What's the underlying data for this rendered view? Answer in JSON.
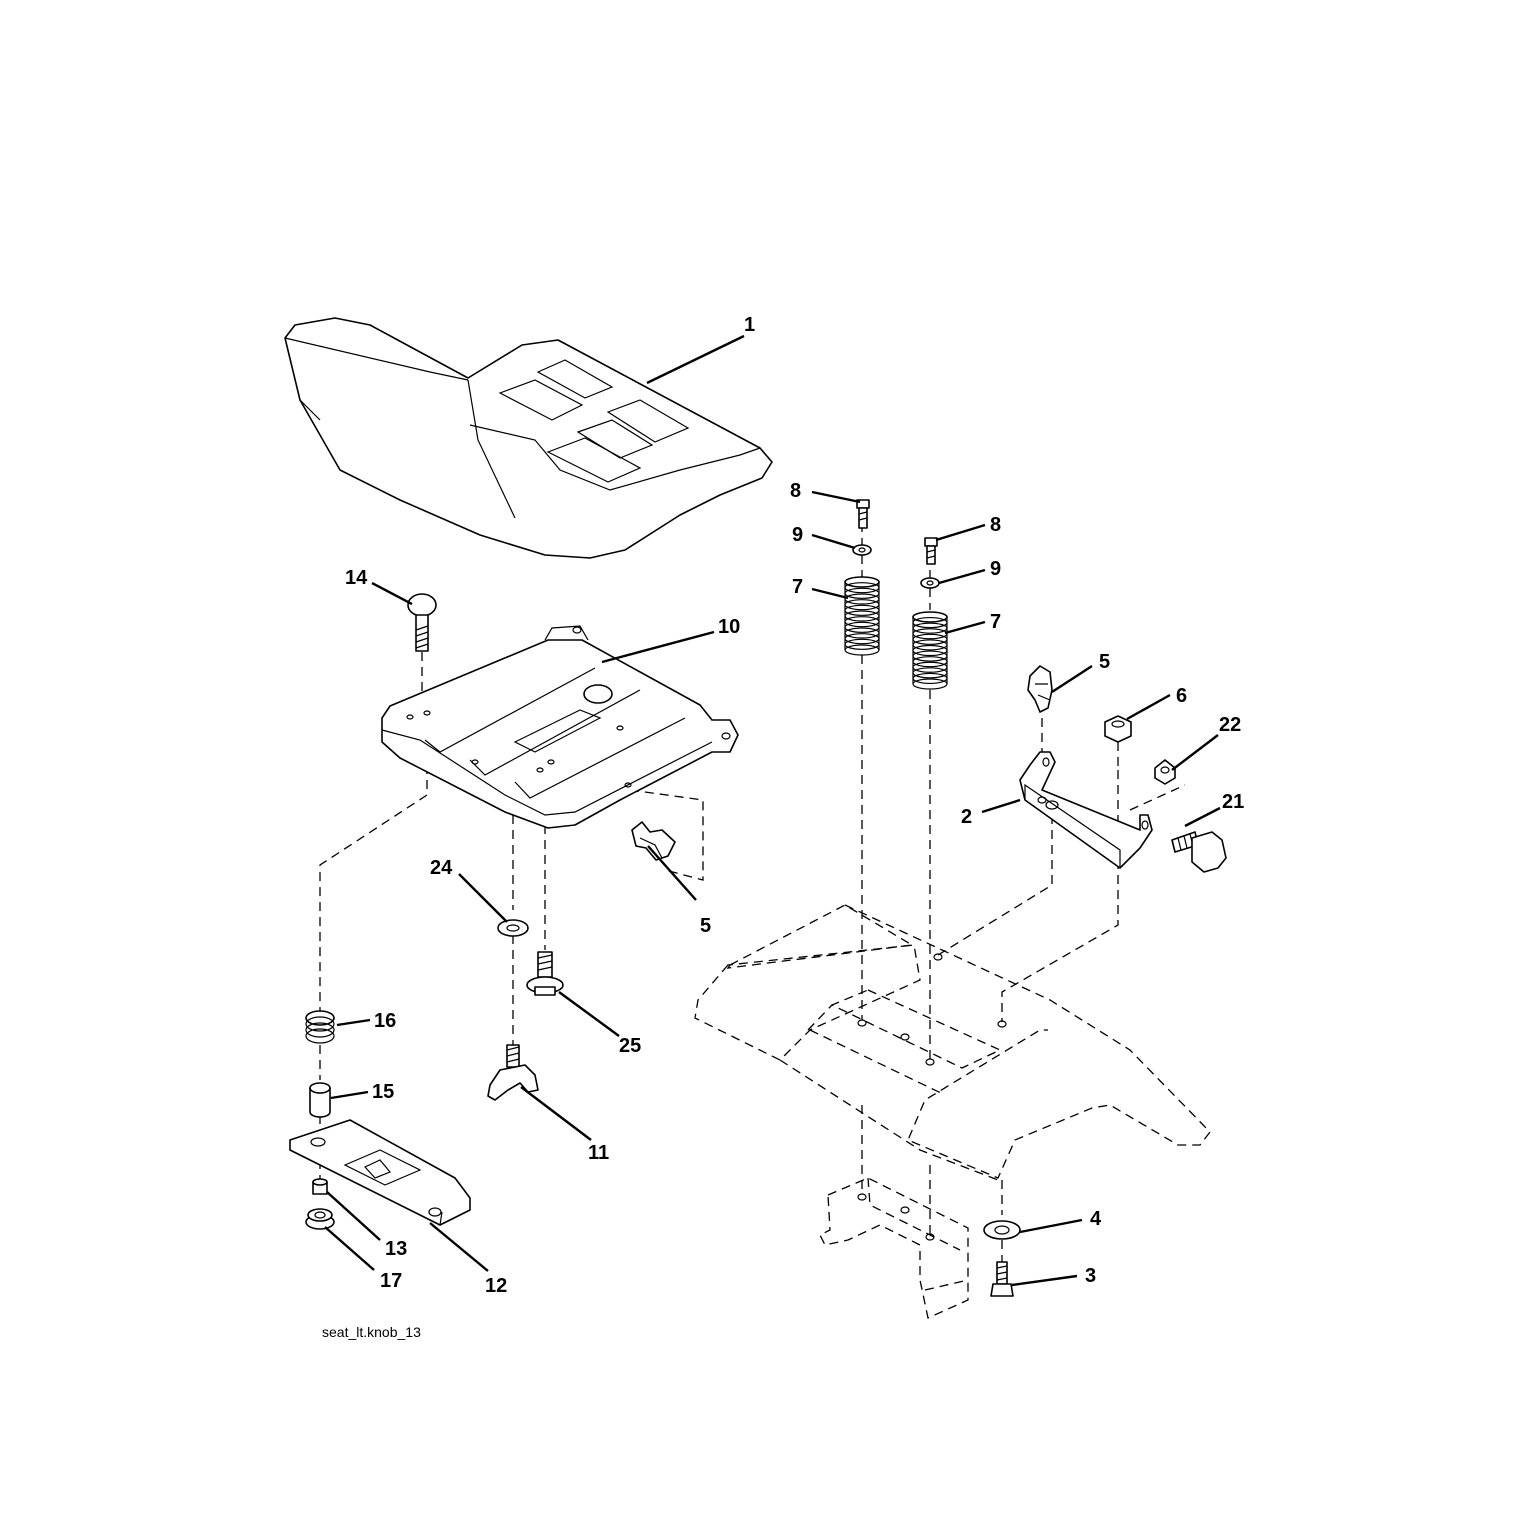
{
  "diagram": {
    "caption": "seat_lt.knob_13",
    "callouts": [
      "1",
      "2",
      "3",
      "4",
      "5",
      "5",
      "6",
      "7",
      "7",
      "8",
      "8",
      "9",
      "9",
      "10",
      "11",
      "12",
      "13",
      "14",
      "15",
      "16",
      "17",
      "21",
      "22",
      "24",
      "25"
    ]
  }
}
